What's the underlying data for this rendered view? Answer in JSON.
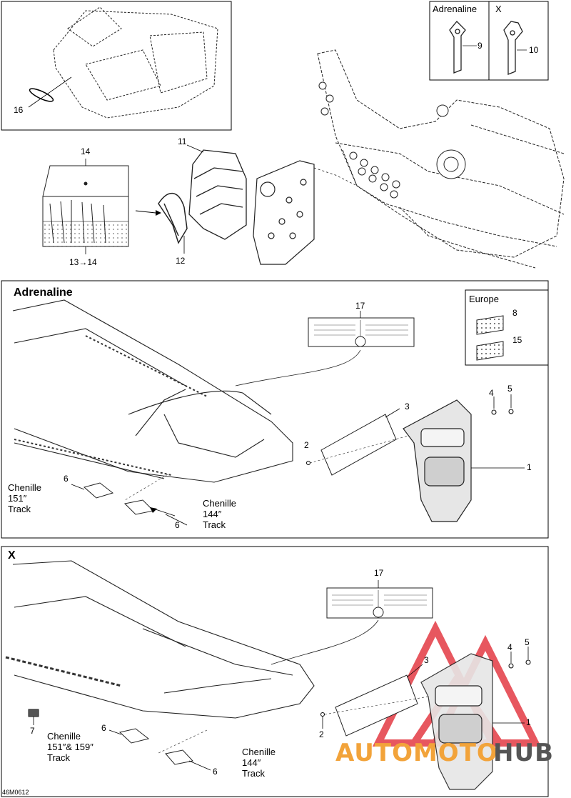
{
  "diagram_code": "46M0612",
  "variants": {
    "adrenaline": "Adrenaline",
    "x": "X"
  },
  "region": {
    "europe": "Europe"
  },
  "parts": {
    "p1": "1",
    "p2": "2",
    "p3": "3",
    "p4": "4",
    "p5": "5",
    "p6": "6",
    "p7": "7",
    "p8": "8",
    "p9": "9",
    "p10": "10",
    "p11": "11",
    "p12": "12",
    "p13_14": "13→14",
    "p14": "14",
    "p15": "15",
    "p16": "16",
    "p17": "17"
  },
  "track_labels": {
    "chenille": "Chenille",
    "track": "Track",
    "len_151": "151″",
    "len_144": "144″",
    "len_151_159": "151″& 159″"
  },
  "watermark": {
    "part1": "AUTOMOTO",
    "part2": "HUB",
    "color1": "#f2a33a",
    "color2": "#555555",
    "logo_color": "#e0202a"
  }
}
